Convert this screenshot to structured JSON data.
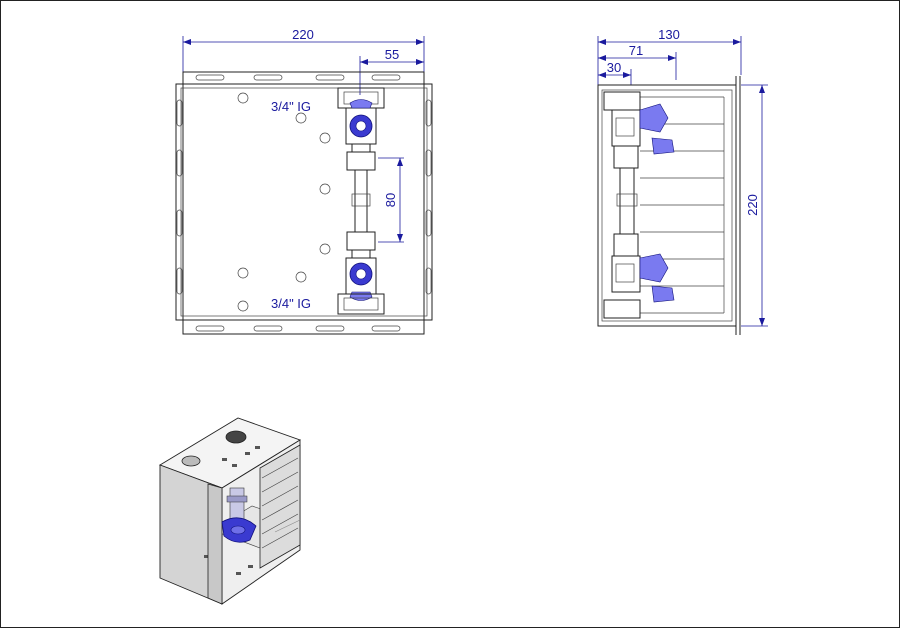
{
  "drawing": {
    "front_view": {
      "width_dim": "220",
      "offset_dim": "55",
      "spacing_dim": "80",
      "top_label": "3/4\" IG",
      "bottom_label": "3/4\" IG"
    },
    "side_view": {
      "depth_dim": "130",
      "mid_dim": "71",
      "inner_dim": "30",
      "height_dim": "220"
    }
  },
  "colors": {
    "dimension": "#1a1a9e",
    "valve_handle": "#3a3ad0",
    "outline": "#222222"
  }
}
